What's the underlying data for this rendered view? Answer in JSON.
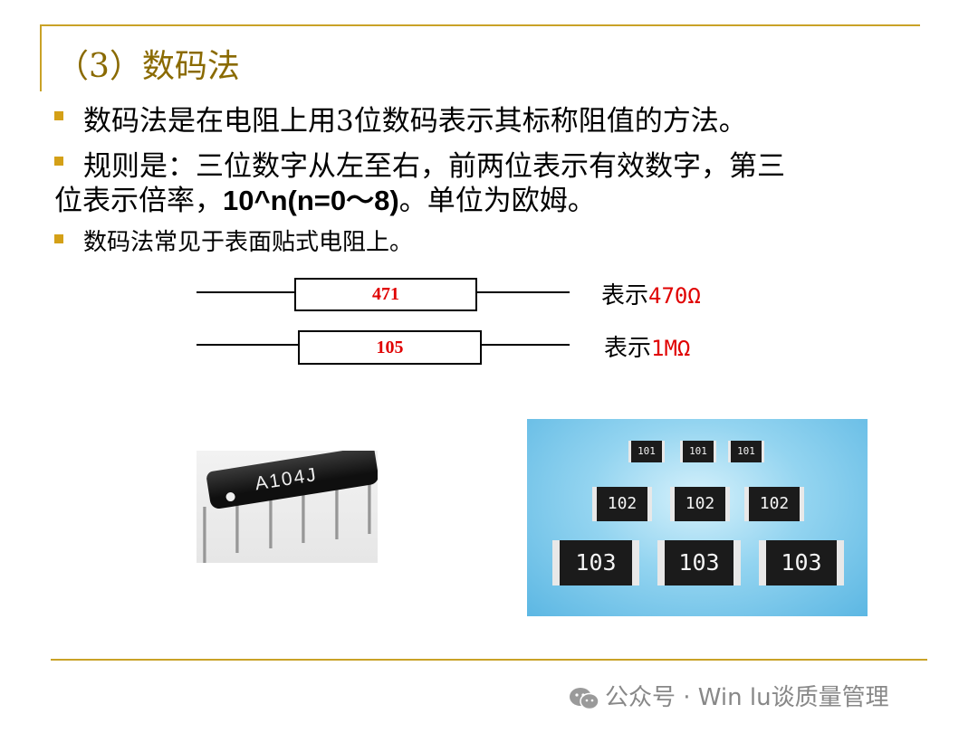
{
  "title": "（3）数码法",
  "bullets": [
    "数码法是在电阻上用3位数码表示其标称阻值的方法。",
    "规则是：三位数字从左至右，前两位表示有效数字，第三",
    "数码法常见于表面贴式电阻上。"
  ],
  "bullet2_cont_pre": "位表示倍率，",
  "bullet2_cont_formula": "10^n(n=0～8)",
  "bullet2_cont_post": "。单位为欧姆。",
  "diagram": {
    "r1": {
      "code": "471",
      "prefix": "表示",
      "value": "470Ω"
    },
    "r2": {
      "code": "105",
      "prefix": "表示",
      "value": "1MΩ"
    }
  },
  "sip_label": "A104J",
  "smd_rows": [
    [
      "101",
      "101",
      "101"
    ],
    [
      "102",
      "102",
      "102"
    ],
    [
      "103",
      "103",
      "103"
    ]
  ],
  "footer": "公众号 · Win lu谈质量管理",
  "colors": {
    "accent": "#c9a227",
    "title": "#8a6a00",
    "value_red": "#e00000"
  }
}
